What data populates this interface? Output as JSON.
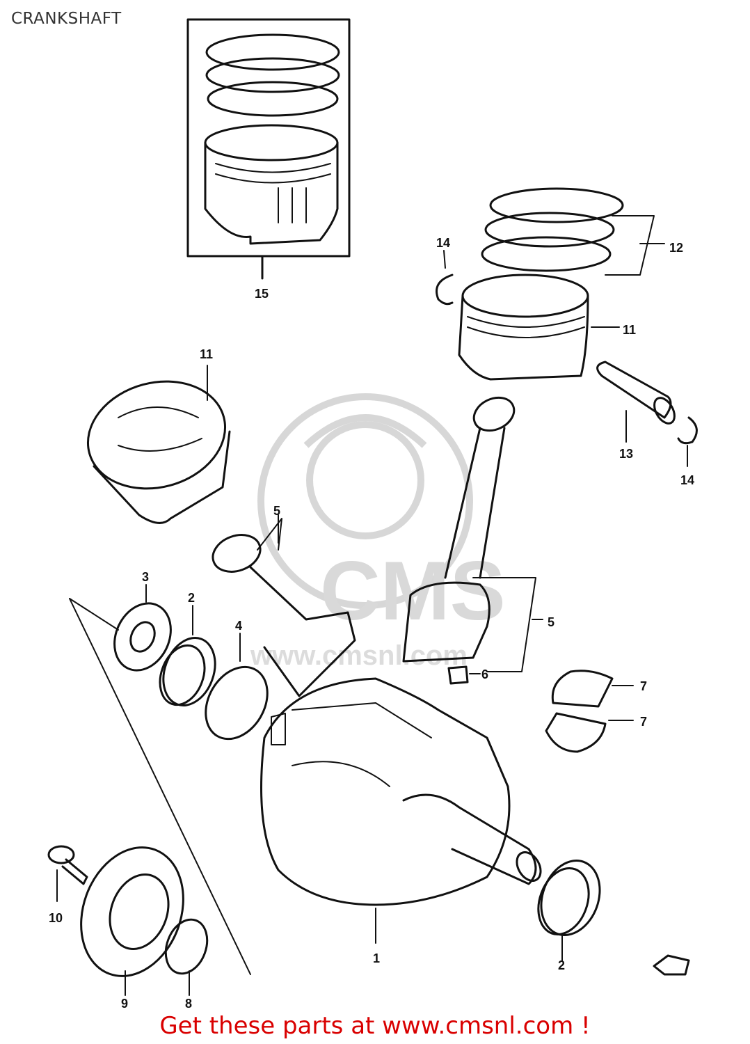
{
  "header": {
    "title": "CRANKSHAFT"
  },
  "footer": {
    "text": "Get these parts at www.cmsnl.com !"
  },
  "watermark": {
    "text": "CMS",
    "url_text": "www.cmsnl.com"
  },
  "colors": {
    "footer": "#d90000",
    "ink": "#111111",
    "watermark": "#d7d7d7"
  },
  "labels": {
    "l15": "15",
    "l14a": "14",
    "l12": "12",
    "l11a": "11",
    "l11b": "11",
    "l13": "13",
    "l14b": "14",
    "l5a": "5",
    "l5b": "5",
    "l3": "3",
    "l2a": "2",
    "l4": "4",
    "l6": "6",
    "l7a": "7",
    "l7b": "7",
    "l10": "10",
    "l9": "9",
    "l8": "8",
    "l1": "1",
    "l2b": "2"
  }
}
